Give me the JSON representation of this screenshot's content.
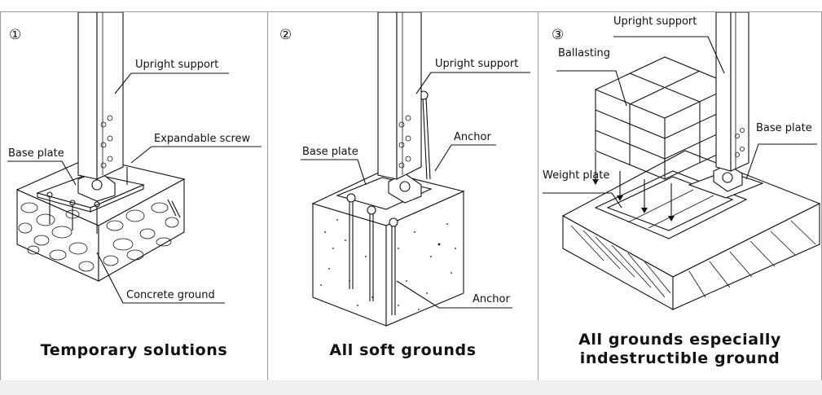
{
  "panels": [
    {
      "number": "①",
      "caption": "Temporary solutions",
      "labels": {
        "upright": "Upright support",
        "screw": "Expandable screw",
        "base": "Base plate",
        "ground": "Concrete ground"
      }
    },
    {
      "number": "②",
      "caption": "All soft grounds",
      "labels": {
        "upright": "Upright support",
        "anchor_top": "Anchor",
        "base": "Base plate",
        "anchor_bottom": "Anchor"
      }
    },
    {
      "number": "③",
      "caption_line1": "All grounds especially",
      "caption_line2": "indestructible ground",
      "labels": {
        "upright": "Upright support",
        "ballasting": "Ballasting",
        "base": "Base plate",
        "weight": "Weight plate"
      }
    }
  ]
}
